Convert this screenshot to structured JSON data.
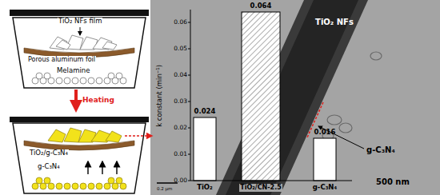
{
  "diagram": {
    "nodes": [
      {
        "text": [
          "TiO₂ NFs film",
          "Porous aluminum foil",
          "Melamine"
        ]
      },
      {
        "text": [
          "TiO₂/g-C₃N₄",
          "g-C₃N₄"
        ]
      }
    ],
    "edges": [
      {
        "from": 0,
        "to": 1,
        "arrow": "to",
        "label": "Heating"
      }
    ],
    "labels": [
      "k constant (min⁻¹)",
      "0.00",
      "0.01",
      "0.02",
      "0.03",
      "0.04",
      "0.05",
      "0.06",
      "0.024",
      "0.064",
      "0.016",
      "TiO₂",
      "TiO₂/CN-2.5",
      "g-C₃N₄",
      "TiO₂ NFs",
      "g-C₃N₄",
      "500 nm",
      "0.2 μm"
    ]
  }
}
